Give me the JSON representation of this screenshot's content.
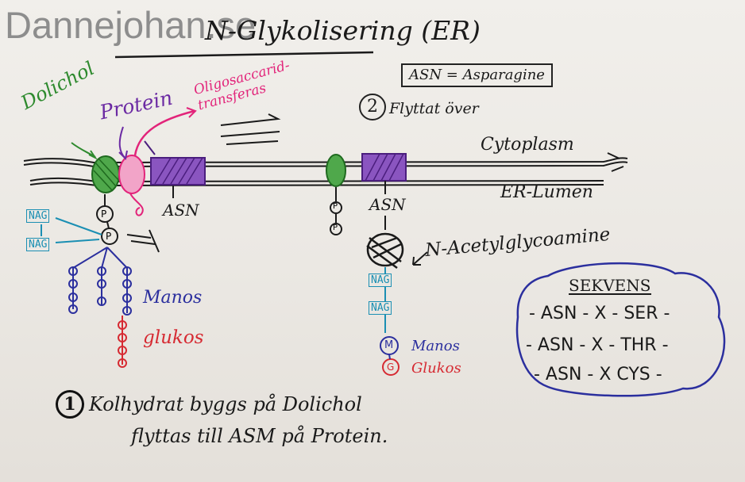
{
  "watermark": "Dannejohan.se",
  "title": "N-Glykolisering (ER)",
  "asn_definition": "ASN = Asparagine",
  "step2": {
    "number": "2",
    "text": "Flyttat över"
  },
  "labels": {
    "dolichol": "Dolichol",
    "protein": "Protein",
    "oligosaccharide_transferase": "Oligosaccarid-\ntransferas",
    "cytoplasm": "Cytoplasm",
    "er_lumen": "ER-Lumen",
    "asn_left": "ASN",
    "asn_right": "ASN",
    "n_acetylglucosamine": "N-Acetylglycoamine",
    "manos_left": "Manos",
    "glukos_left": "glukos",
    "manos_right": "Manos",
    "glukos_right": "Glukos",
    "nag": "NAG",
    "p": "P",
    "m": "M",
    "g": "G"
  },
  "sekvens": {
    "title": "SEKVENS",
    "lines": [
      "- ASN - X - SER -",
      "- ASN - X - THR -",
      "- ASN - X CYS -"
    ]
  },
  "step1": {
    "number": "1",
    "line1": "Kolhydrat byggs på Dolichol",
    "line2": "flyttas till ASM på Protein."
  },
  "colors": {
    "dolichol": "#2e8a2e",
    "protein": "#6b2aa3",
    "transferase": "#e2247a",
    "nag": "#1b8fb3",
    "manos": "#2b2f9e",
    "glukos": "#d62a32"
  }
}
